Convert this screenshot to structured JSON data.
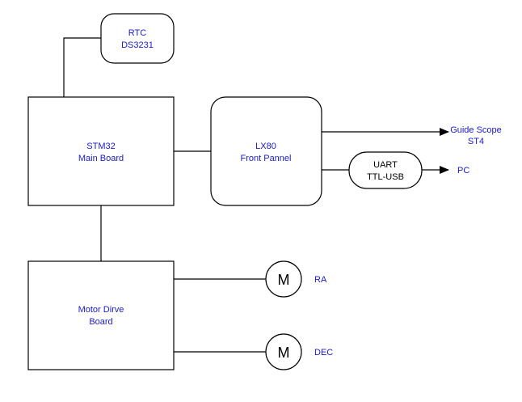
{
  "colors": {
    "label": "#1a1acc",
    "line": "#000000",
    "background": "#ffffff"
  },
  "nodes": {
    "rtc": {
      "lines": [
        "RTC",
        "DS3231"
      ]
    },
    "stm32": {
      "lines": [
        "STM32",
        "Main Board"
      ]
    },
    "lx80": {
      "lines": [
        "LX80",
        "Front Pannel"
      ]
    },
    "uart": {
      "lines": [
        "UART",
        "TTL-USB"
      ]
    },
    "motor_driver": {
      "lines": [
        "Motor Dirve",
        "Board"
      ]
    },
    "motor_ra": {
      "glyph": "M",
      "label": "RA"
    },
    "motor_dec": {
      "glyph": "M",
      "label": "DEC"
    }
  },
  "outputs": {
    "guide_scope": {
      "lines": [
        "Guide Scope",
        "ST4"
      ]
    },
    "pc": {
      "label": "PC"
    }
  }
}
